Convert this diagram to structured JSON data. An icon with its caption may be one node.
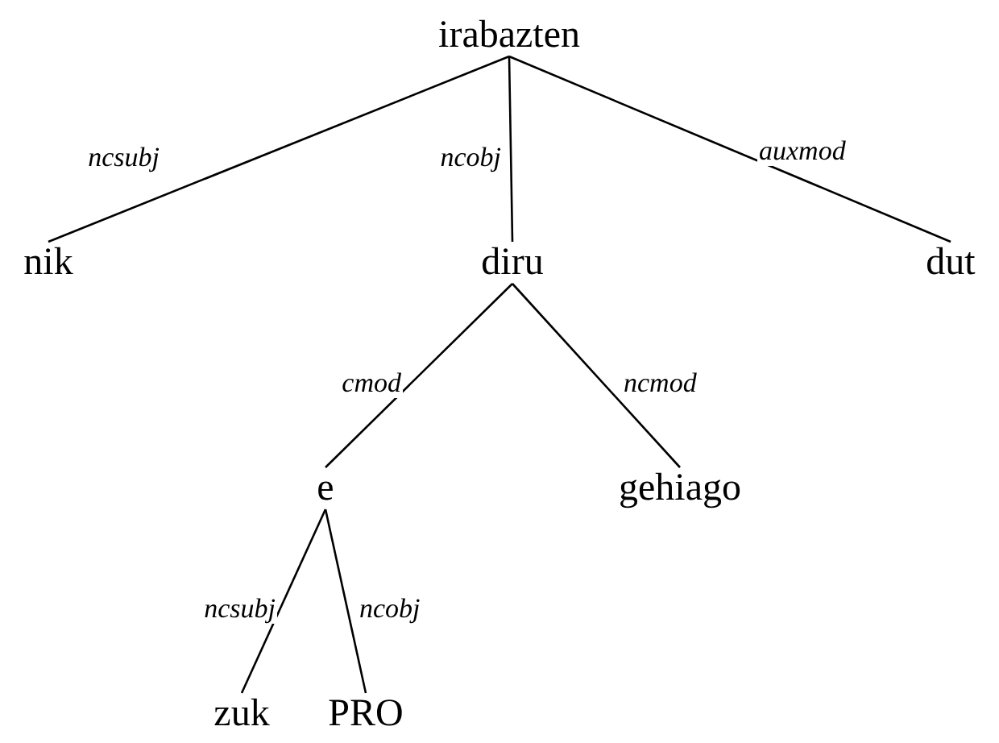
{
  "diagram": {
    "nodes": [
      {
        "text": [
          "irabazten"
        ]
      },
      {
        "text": [
          "nik"
        ]
      },
      {
        "text": [
          "diru"
        ]
      },
      {
        "text": [
          "dut"
        ]
      },
      {
        "text": [
          "e"
        ]
      },
      {
        "text": [
          "gehiago"
        ]
      },
      {
        "text": [
          "zuk"
        ]
      },
      {
        "text": [
          "PRO"
        ]
      }
    ],
    "edges": [
      {
        "from": 0,
        "to": 1,
        "arrow": "none",
        "label": "ncsubj"
      },
      {
        "from": 0,
        "to": 2,
        "arrow": "none",
        "label": "ncobj"
      },
      {
        "from": 0,
        "to": 3,
        "arrow": "none",
        "label": "auxmod"
      },
      {
        "from": 2,
        "to": 4,
        "arrow": "none",
        "label": "cmod"
      },
      {
        "from": 2,
        "to": 5,
        "arrow": "none",
        "label": "ncmod"
      },
      {
        "from": 4,
        "to": 6,
        "arrow": "none",
        "label": "ncsubj"
      },
      {
        "from": 4,
        "to": 7,
        "arrow": "none",
        "label": "ncobj"
      }
    ]
  }
}
